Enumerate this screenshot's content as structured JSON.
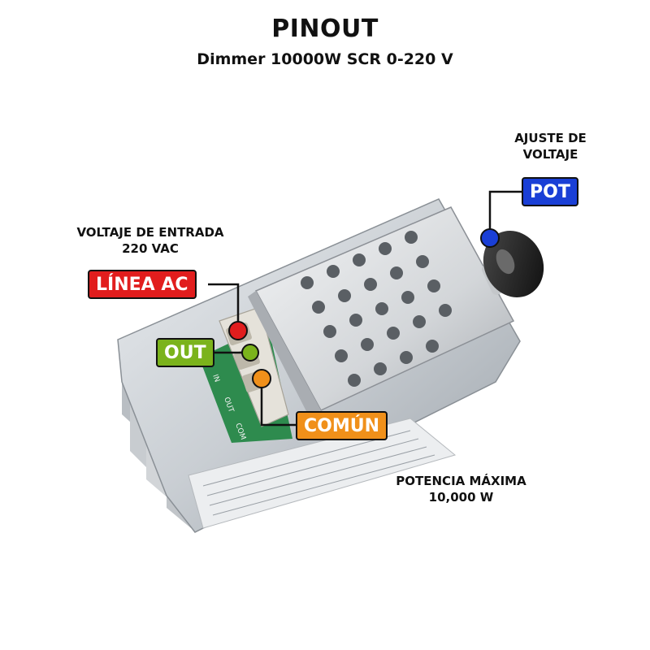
{
  "header": {
    "title": "PINOUT",
    "subtitle": "Dimmer 10000W SCR 0-220 V"
  },
  "notes": {
    "adjust": {
      "line1": "AJUSTE DE",
      "line2": "VOLTAJE"
    },
    "input": {
      "line1": "VOLTAJE DE ENTRADA",
      "line2": "220 VAC"
    },
    "power": {
      "line1": "POTENCIA MÁXIMA",
      "line2": "10,000 W"
    }
  },
  "pins": {
    "pot": {
      "label": "POT",
      "color": "#1a3fd6"
    },
    "line": {
      "label": "LÍNEA AC",
      "color": "#e11d1d"
    },
    "out": {
      "label": "OUT",
      "color": "#7bb31c"
    },
    "common": {
      "label": "COMÚN",
      "color": "#f0901a"
    }
  },
  "terminal_marks": [
    "IN",
    "OUT",
    "COM"
  ]
}
